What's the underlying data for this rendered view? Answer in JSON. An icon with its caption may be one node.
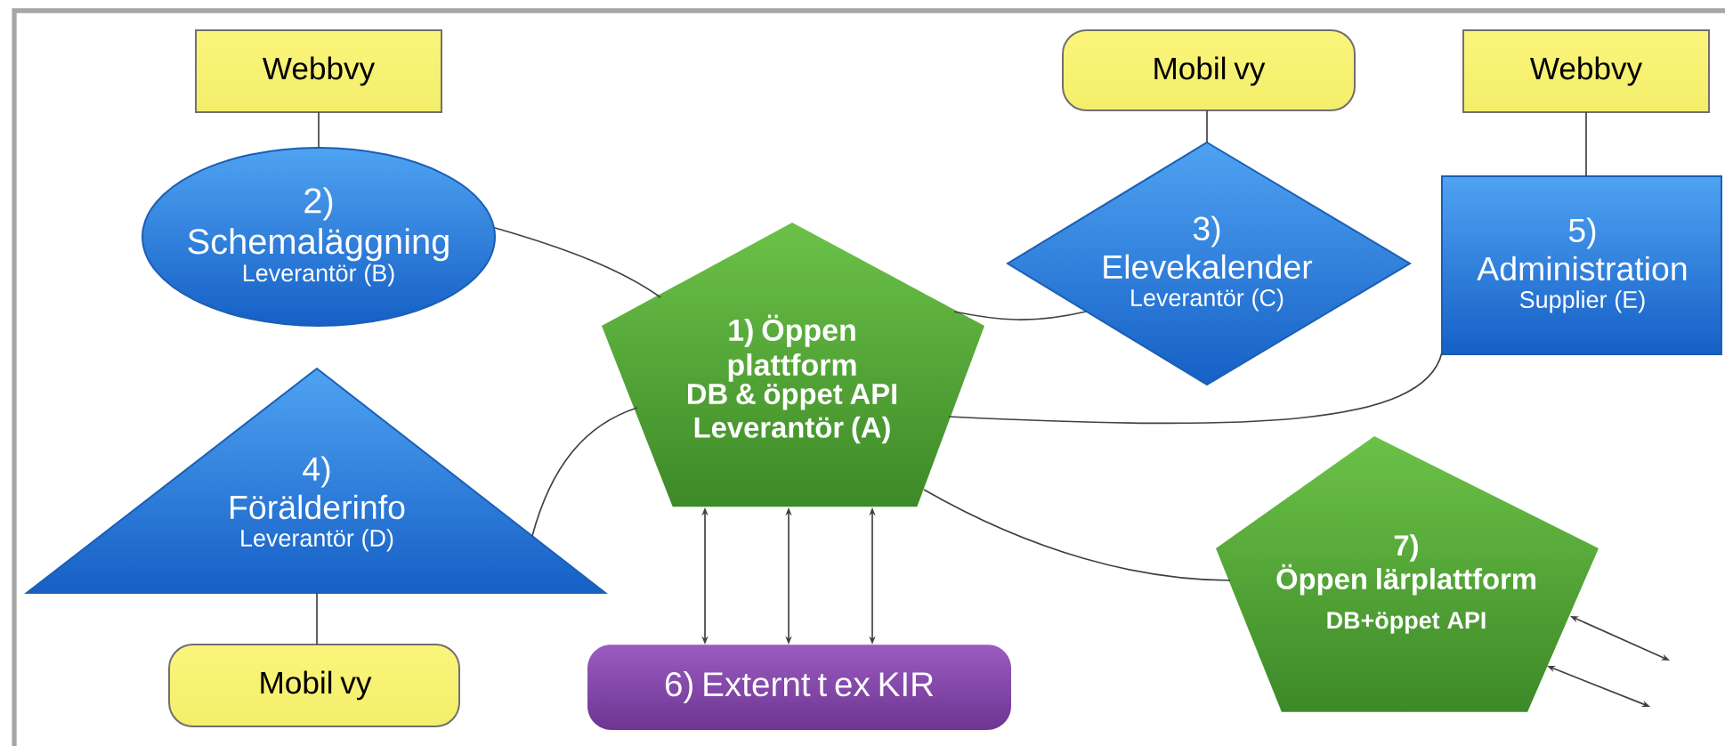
{
  "diagram": {
    "nodes": [
      {
        "text": [
          "Webbvy"
        ]
      },
      {
        "text": [
          "2)",
          "Schemaläggning",
          "Leverantör (B)"
        ]
      },
      {
        "text": [
          "Mobil vy"
        ]
      },
      {
        "text": [
          "Webbvy"
        ]
      },
      {
        "text": [
          "1) Öppen plattform",
          "DB & öppet API",
          "Leverantör (A)"
        ]
      },
      {
        "text": [
          "3)",
          "Elevekalender",
          "Leverantör (C)"
        ]
      },
      {
        "text": [
          "5)",
          "Administration",
          "Supplier (E)"
        ]
      },
      {
        "text": [
          "4)",
          "Förälderinfo",
          "Leverantör (D)"
        ]
      },
      {
        "text": [
          "7)",
          "Öppen lärplattform",
          "DB+öppet API"
        ]
      },
      {
        "text": [
          "Mobil vy"
        ]
      },
      {
        "text": [
          "6) Externt t ex KIR"
        ]
      }
    ],
    "edges": [
      {
        "from": 0,
        "to": 1,
        "arrow": "none"
      },
      {
        "from": 2,
        "to": 5,
        "arrow": "none"
      },
      {
        "from": 3,
        "to": 6,
        "arrow": "none"
      },
      {
        "from": 1,
        "to": 4,
        "arrow": "none"
      },
      {
        "from": 5,
        "to": 4,
        "arrow": "none"
      },
      {
        "from": 6,
        "to": 4,
        "arrow": "none"
      },
      {
        "from": 7,
        "to": 4,
        "arrow": "none"
      },
      {
        "from": 4,
        "to": 8,
        "arrow": "none"
      },
      {
        "from": 7,
        "to": 9,
        "arrow": "none"
      },
      {
        "from": 4,
        "to": 10,
        "arrow": "both"
      },
      {
        "from": 4,
        "to": 10,
        "arrow": "both"
      },
      {
        "from": 4,
        "to": 10,
        "arrow": "both"
      },
      {
        "from": 8,
        "to": null,
        "arrow": "both"
      },
      {
        "from": 8,
        "to": null,
        "arrow": "both"
      }
    ]
  }
}
